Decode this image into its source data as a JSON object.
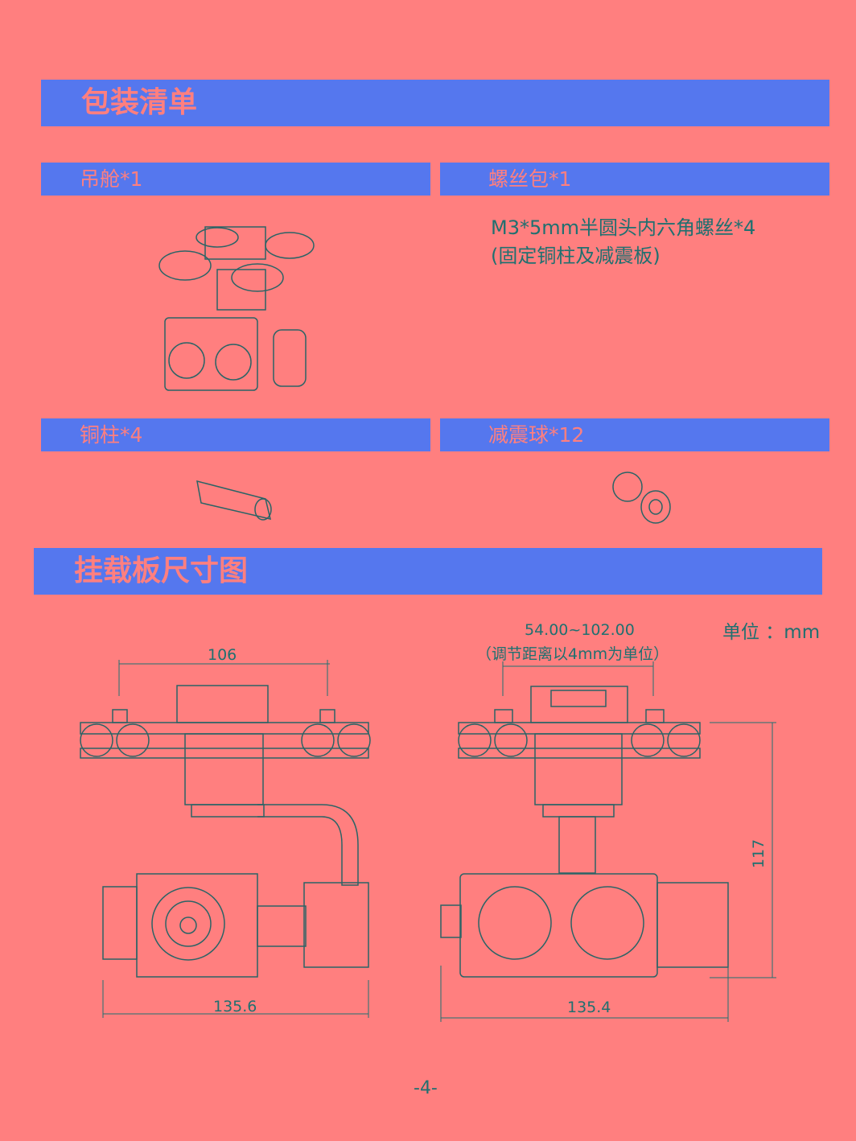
{
  "packing": {
    "title": "包装清单",
    "items": [
      {
        "label": "吊舱*1"
      },
      {
        "label": "螺丝包*1",
        "desc": [
          "M3*5mm半圆头内六角螺丝*4",
          "(固定铜柱及减震板)"
        ]
      },
      {
        "label": "铜柱*4"
      },
      {
        "label": "减震球*12"
      }
    ]
  },
  "dimensions": {
    "title": "挂载板尺寸图",
    "unit": "单位 ：mm",
    "width_top_left": "106",
    "adjust_range": "54.00~102.00",
    "adjust_note": "（调节距离以4mm为单位）",
    "width_left": "135.6",
    "width_right": "135.4",
    "height_right": "117"
  },
  "page_number": "-4-"
}
